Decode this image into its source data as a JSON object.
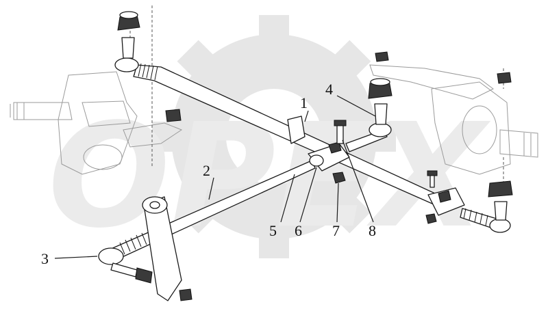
{
  "watermark": {
    "text": "OPEX"
  },
  "callouts": [
    {
      "id": "1",
      "label": "1"
    },
    {
      "id": "2",
      "label": "2"
    },
    {
      "id": "3",
      "label": "3"
    },
    {
      "id": "4",
      "label": "4"
    },
    {
      "id": "5",
      "label": "5"
    },
    {
      "id": "6",
      "label": "6"
    },
    {
      "id": "7",
      "label": "7"
    },
    {
      "id": "8",
      "label": "8"
    }
  ]
}
